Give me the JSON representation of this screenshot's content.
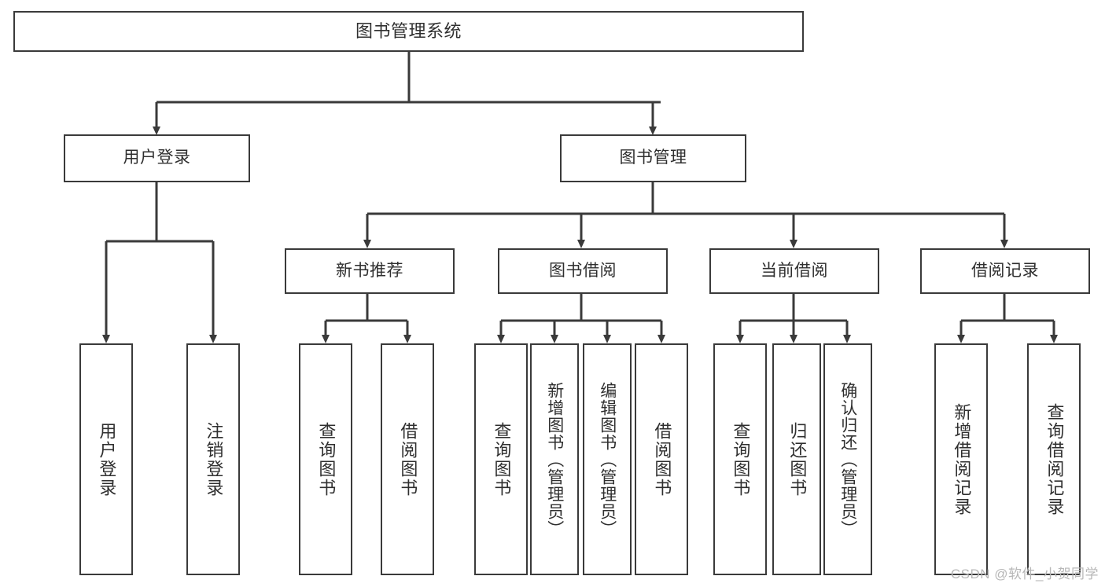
{
  "diagram": {
    "title": "图书管理系统",
    "type": "hierarchy-tree",
    "watermark": "CSDN @软件_小贺同学",
    "colors": {
      "stroke": "#3a3a3a",
      "text": "#2f2f2f",
      "background": "#ffffff",
      "watermark": "#b7b7b7"
    },
    "levels": {
      "root": {
        "label": "图书管理系统"
      },
      "level2": [
        {
          "label": "用户登录"
        },
        {
          "label": "图书管理"
        }
      ],
      "level3": [
        {
          "label": "新书推荐"
        },
        {
          "label": "图书借阅"
        },
        {
          "label": "当前借阅"
        },
        {
          "label": "借阅记录"
        }
      ],
      "leaves": [
        {
          "label": "用户登录",
          "parent": "用户登录"
        },
        {
          "label": "注销登录",
          "parent": "用户登录"
        },
        {
          "label": "查询图书",
          "parent": "新书推荐"
        },
        {
          "label": "借阅图书",
          "parent": "新书推荐"
        },
        {
          "label": "查询图书",
          "parent": "图书借阅"
        },
        {
          "label": "新增图书（管理员）",
          "parent": "图书借阅"
        },
        {
          "label": "编辑图书（管理员）",
          "parent": "图书借阅"
        },
        {
          "label": "借阅图书",
          "parent": "图书借阅"
        },
        {
          "label": "查询图书",
          "parent": "当前借阅"
        },
        {
          "label": "归还图书",
          "parent": "当前借阅"
        },
        {
          "label": "确认归还（管理员）",
          "parent": "当前借阅"
        },
        {
          "label": "新增借阅记录",
          "parent": "借阅记录"
        },
        {
          "label": "查询借阅记录",
          "parent": "借阅记录"
        }
      ]
    }
  }
}
